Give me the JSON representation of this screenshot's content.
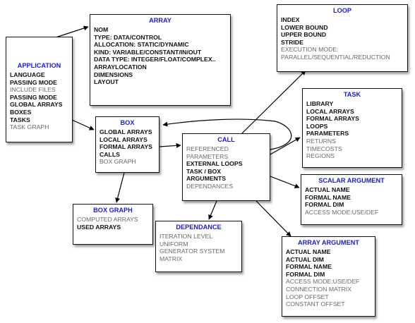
{
  "colors": {
    "title": "#1a1adb",
    "text": "#111111",
    "muted": "#6a6a6a",
    "edge": "#000000"
  },
  "nodes": {
    "application": {
      "title": "APPLICATION",
      "items": [
        {
          "text": "LANGUAGE",
          "muted": false
        },
        {
          "text": "PASSING MODE",
          "muted": false
        },
        {
          "text": "INCLUDE FILES",
          "muted": true
        },
        {
          "text": "PASSING MODE",
          "muted": false
        },
        {
          "text": "GLOBAL ARRAYS",
          "muted": false
        },
        {
          "text": "BOXES",
          "muted": false
        },
        {
          "text": "TASKS",
          "muted": false
        },
        {
          "text": "TASK GRAPH",
          "muted": true
        }
      ]
    },
    "array": {
      "title": "ARRAY",
      "items": [
        {
          "text": "NOM",
          "muted": false
        },
        {
          "text": "TYPE: DATA/CONTROL",
          "muted": false
        },
        {
          "text": "ALLOCATION: STATIC/DYNAMIC",
          "muted": false
        },
        {
          "text": "KIND: VARIABLE/CONSTANT/IN/OUT",
          "muted": false
        },
        {
          "text": "DATA TYPE: INTEGER/FLOAT/COMPLEX..",
          "muted": false
        },
        {
          "text": "ARRAYLOCATION",
          "muted": false
        },
        {
          "text": "DIMENSIONS",
          "muted": false
        },
        {
          "text": "LAYOUT",
          "muted": false
        }
      ]
    },
    "loop": {
      "title": "LOOP",
      "items": [
        {
          "text": "INDEX",
          "muted": false
        },
        {
          "text": "LOWER BOUND",
          "muted": false
        },
        {
          "text": "UPPER BOUND",
          "muted": false
        },
        {
          "text": "STRIDE",
          "muted": false
        },
        {
          "text": "EXECUTION MODE:",
          "muted": true
        },
        {
          "text": "PARALLEL/SEQUENTIAL/REDUCTION",
          "muted": true
        }
      ]
    },
    "task": {
      "title": "TASK",
      "items": [
        {
          "text": "LIBRARY",
          "muted": false
        },
        {
          "text": "LOCAL ARRAYS",
          "muted": false
        },
        {
          "text": "FORMAL ARRAYS",
          "muted": false
        },
        {
          "text": "LOOPS",
          "muted": false
        },
        {
          "text": "PARAMETERS",
          "muted": false
        },
        {
          "text": "RETURNS",
          "muted": true
        },
        {
          "text": "TIMECOSTS",
          "muted": true
        },
        {
          "text": "REGIONS",
          "muted": true
        }
      ]
    },
    "box": {
      "title": "BOX",
      "items": [
        {
          "text": "GLOBAL ARRAYS",
          "muted": false
        },
        {
          "text": "LOCAL ARRAYS",
          "muted": false
        },
        {
          "text": "FORMAL ARRAYS",
          "muted": false
        },
        {
          "text": "CALLS",
          "muted": false
        },
        {
          "text": "BOX GRAPH",
          "muted": true
        }
      ]
    },
    "call": {
      "title": "CALL",
      "items": [
        {
          "text": "REFERENCED",
          "muted": true
        },
        {
          "text": "PARAMETERS",
          "muted": true
        },
        {
          "text": "EXTERNAL LOOPS",
          "muted": false
        },
        {
          "text": "TASK / BOX",
          "muted": false
        },
        {
          "text": "ARGUMENTS",
          "muted": false
        },
        {
          "text": "DEPENDANCES",
          "muted": true
        }
      ]
    },
    "scalar_argument": {
      "title": "SCALAR ARGUMENT",
      "items": [
        {
          "text": "ACTUAL NAME",
          "muted": false
        },
        {
          "text": "FORMAL NAME",
          "muted": false
        },
        {
          "text": "FORMAL DIM",
          "muted": false
        },
        {
          "text": "ACCESS MODE:USE/DEF",
          "muted": true
        }
      ]
    },
    "box_graph": {
      "title": "BOX GRAPH",
      "items": [
        {
          "text": "COMPUTED ARRAYS",
          "muted": true
        },
        {
          "text": "USED ARRAYS",
          "muted": false
        }
      ]
    },
    "dependance": {
      "title": "DEPENDANCE",
      "items": [
        {
          "text": "ITERATION LEVEL",
          "muted": true
        },
        {
          "text": "UNIFORM",
          "muted": true
        },
        {
          "text": "GENERATOR SYSTEM",
          "muted": true
        },
        {
          "text": "MATRIX",
          "muted": true
        }
      ]
    },
    "array_argument": {
      "title": "ARRAY ARGUMENT",
      "items": [
        {
          "text": "ACTUAL NAME",
          "muted": false
        },
        {
          "text": "ACTUAL DIM",
          "muted": false
        },
        {
          "text": "FORMAL NAME",
          "muted": false
        },
        {
          "text": "FORMAL DIM",
          "muted": false
        },
        {
          "text": "ACCESS MODE:USE/DEF",
          "muted": true
        },
        {
          "text": "CONNECTION MATRIX",
          "muted": true
        },
        {
          "text": "LOOP OFFSET",
          "muted": true
        },
        {
          "text": "CONSTANT OFFSET",
          "muted": true
        }
      ]
    }
  },
  "edges": [
    {
      "from": "application",
      "to": "array"
    },
    {
      "from": "application",
      "to": "box"
    },
    {
      "from": "box",
      "to": "call"
    },
    {
      "from": "box",
      "to": "box_graph"
    },
    {
      "from": "call",
      "to": "box"
    },
    {
      "from": "call",
      "to": "loop"
    },
    {
      "from": "call",
      "to": "task"
    },
    {
      "from": "call",
      "to": "scalar_argument"
    },
    {
      "from": "call",
      "to": "dependance"
    },
    {
      "from": "call",
      "to": "array_argument"
    }
  ]
}
